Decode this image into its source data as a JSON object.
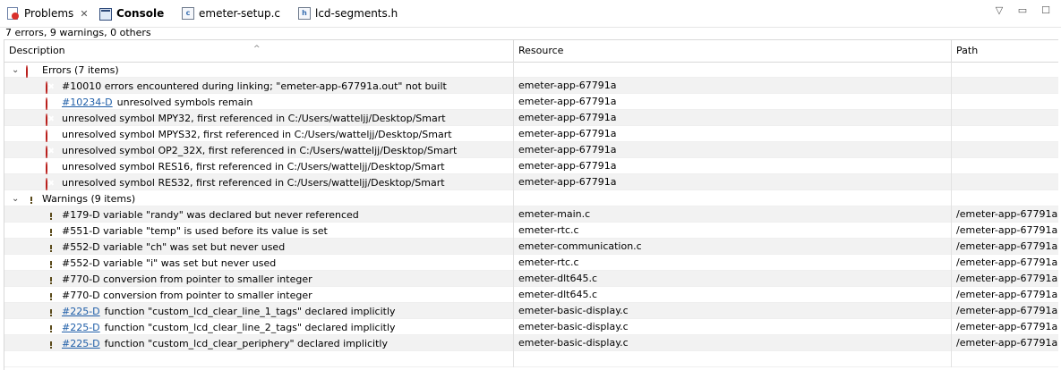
{
  "tabs": [
    {
      "label": "Problems",
      "icon": "problems-icon"
    },
    {
      "label": "Console",
      "icon": "console-icon"
    },
    {
      "label": "emeter-setup.c",
      "icon": "c-file-icon"
    },
    {
      "label": "lcd-segments.h",
      "icon": "h-file-icon"
    }
  ],
  "summary": "7 errors, 9 warnings, 0 others",
  "columns": {
    "description": "Description",
    "resource": "Resource",
    "path": "Path"
  },
  "errors": {
    "label": "Errors (7 items)",
    "items": [
      {
        "code": "",
        "text": "#10010 errors encountered during linking; \"emeter-app-67791a.out\" not built",
        "resource": "emeter-app-67791a",
        "path": ""
      },
      {
        "code": "#10234-D",
        "text": "unresolved symbols remain",
        "resource": "emeter-app-67791a",
        "path": ""
      },
      {
        "code": "",
        "text": "unresolved symbol MPY32, first referenced in C:/Users/watteljj/Desktop/Smart",
        "resource": "emeter-app-67791a",
        "path": ""
      },
      {
        "code": "",
        "text": "unresolved symbol MPYS32, first referenced in C:/Users/watteljj/Desktop/Smart",
        "resource": "emeter-app-67791a",
        "path": ""
      },
      {
        "code": "",
        "text": "unresolved symbol OP2_32X, first referenced in C:/Users/watteljj/Desktop/Smart",
        "resource": "emeter-app-67791a",
        "path": ""
      },
      {
        "code": "",
        "text": "unresolved symbol RES16, first referenced in C:/Users/watteljj/Desktop/Smart",
        "resource": "emeter-app-67791a",
        "path": ""
      },
      {
        "code": "",
        "text": "unresolved symbol RES32, first referenced in C:/Users/watteljj/Desktop/Smart",
        "resource": "emeter-app-67791a",
        "path": ""
      }
    ]
  },
  "warnings": {
    "label": "Warnings (9 items)",
    "items": [
      {
        "code": "",
        "text": "#179-D variable \"randy\" was declared but never referenced",
        "resource": "emeter-main.c",
        "path": "/emeter-app-67791a"
      },
      {
        "code": "",
        "text": "#551-D variable \"temp\" is used before its value is set",
        "resource": "emeter-rtc.c",
        "path": "/emeter-app-67791a"
      },
      {
        "code": "",
        "text": "#552-D variable \"ch\" was set but never used",
        "resource": "emeter-communication.c",
        "path": "/emeter-app-67791a"
      },
      {
        "code": "",
        "text": "#552-D variable \"i\" was set but never used",
        "resource": "emeter-rtc.c",
        "path": "/emeter-app-67791a"
      },
      {
        "code": "",
        "text": "#770-D conversion from pointer to smaller integer",
        "resource": "emeter-dlt645.c",
        "path": "/emeter-app-67791a"
      },
      {
        "code": "",
        "text": "#770-D conversion from pointer to smaller integer",
        "resource": "emeter-dlt645.c",
        "path": "/emeter-app-67791a"
      },
      {
        "code": "#225-D",
        "text": "function \"custom_lcd_clear_line_1_tags\" declared implicitly",
        "resource": "emeter-basic-display.c",
        "path": "/emeter-app-67791a"
      },
      {
        "code": "#225-D",
        "text": "function \"custom_lcd_clear_line_2_tags\" declared implicitly",
        "resource": "emeter-basic-display.c",
        "path": "/emeter-app-67791a"
      },
      {
        "code": "#225-D",
        "text": "function \"custom_lcd_clear_periphery\" declared implicitly",
        "resource": "emeter-basic-display.c",
        "path": "/emeter-app-67791a"
      }
    ]
  }
}
